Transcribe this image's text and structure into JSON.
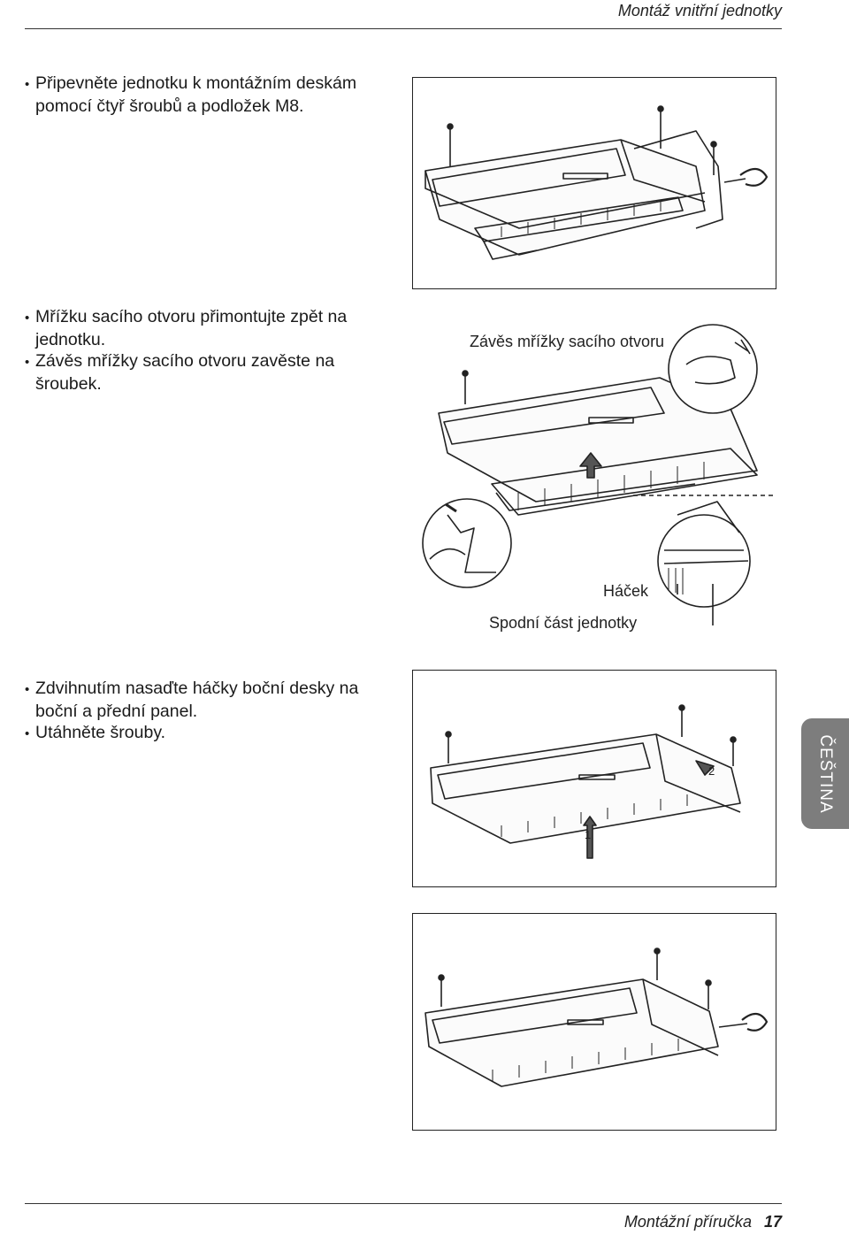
{
  "header": {
    "title": "Montáž vnitřní jednotky"
  },
  "steps": [
    {
      "lines": [
        "Připevněte jednotku k montážním deskám pomocí čtyř šroubů a podložek M8."
      ]
    },
    {
      "lines": [
        "Mřížku sacího otvoru přimontujte zpět na jednotku.",
        "Závěs mřížky sacího otvoru zavěste na šroubek."
      ]
    },
    {
      "lines": [
        "Zdvihnutím nasaďte háčky boční desky na boční a přední panel.",
        "Utáhněte šrouby."
      ]
    }
  ],
  "figures": {
    "fig2": {
      "label_hinge": "Závěs mřížky sacího otvoru",
      "label_hook": "Háček",
      "label_bottom": "Spodní část jednotky"
    },
    "fig3": {
      "marker_1": "1",
      "marker_2": "2"
    }
  },
  "side_tab": {
    "label": "ČEŠTINA"
  },
  "footer": {
    "title": "Montážní příručka",
    "page": "17"
  }
}
